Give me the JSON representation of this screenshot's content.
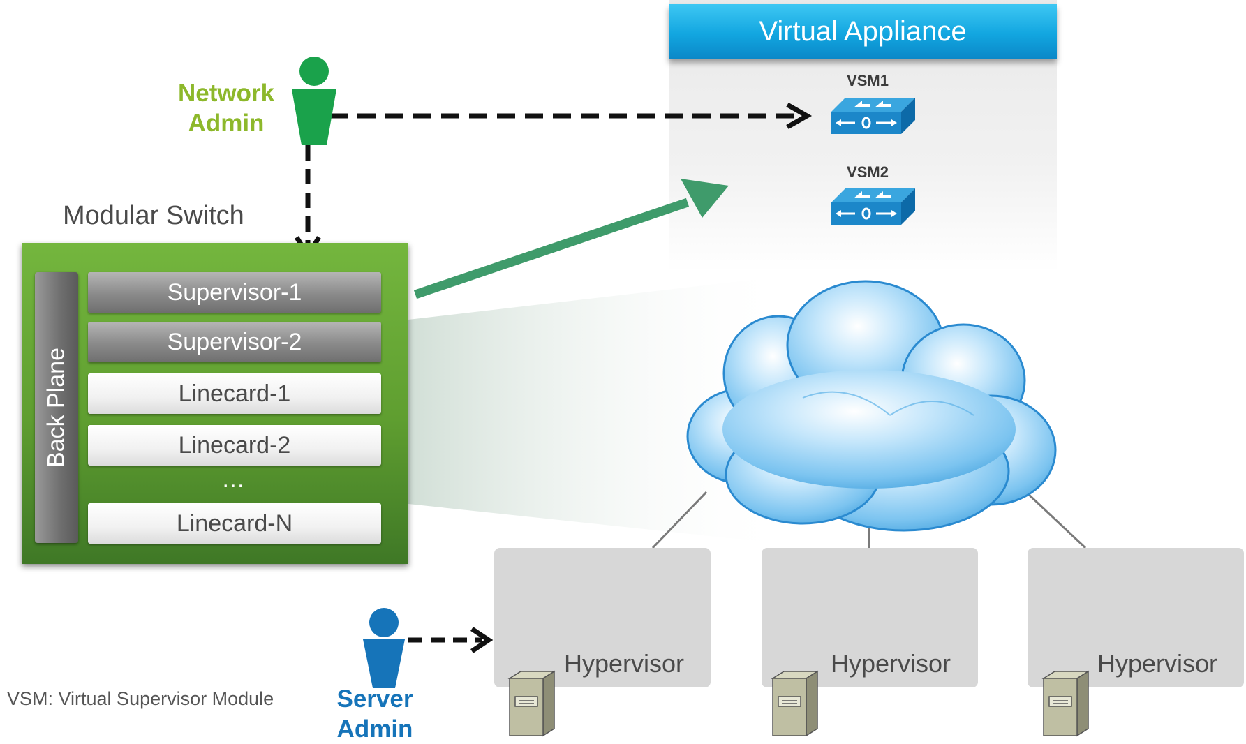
{
  "virtual_appliance": {
    "title": "Virtual Appliance",
    "vsm1_label": "VSM1",
    "vsm2_label": "VSM2"
  },
  "network_admin": {
    "line1": "Network",
    "line2": "Admin",
    "color": "#8db82b",
    "icon": "person-icon"
  },
  "server_admin": {
    "line1": "Server",
    "line2": "Admin",
    "color": "#1674b9",
    "icon": "person-icon"
  },
  "modular_switch": {
    "title": "Modular Switch",
    "backplane": "Back Plane",
    "cards": [
      {
        "label": "Supervisor-1",
        "kind": "supervisor"
      },
      {
        "label": "Supervisor-2",
        "kind": "supervisor"
      },
      {
        "label": "Linecard-1",
        "kind": "linecard"
      },
      {
        "label": "Linecard-2",
        "kind": "linecard"
      },
      {
        "label": "Linecard-N",
        "kind": "linecard"
      }
    ],
    "ellipsis": "…",
    "color": "#6aaa37"
  },
  "hypervisors": [
    {
      "label": "Hypervisor"
    },
    {
      "label": "Hypervisor"
    },
    {
      "label": "Hypervisor"
    }
  ],
  "footnote": "VSM: Virtual Supervisor Module",
  "colors": {
    "appliance_header": "#12a6e0",
    "mapping_arrow": "#3f9b6b",
    "cloud": "#7cc4f0"
  }
}
